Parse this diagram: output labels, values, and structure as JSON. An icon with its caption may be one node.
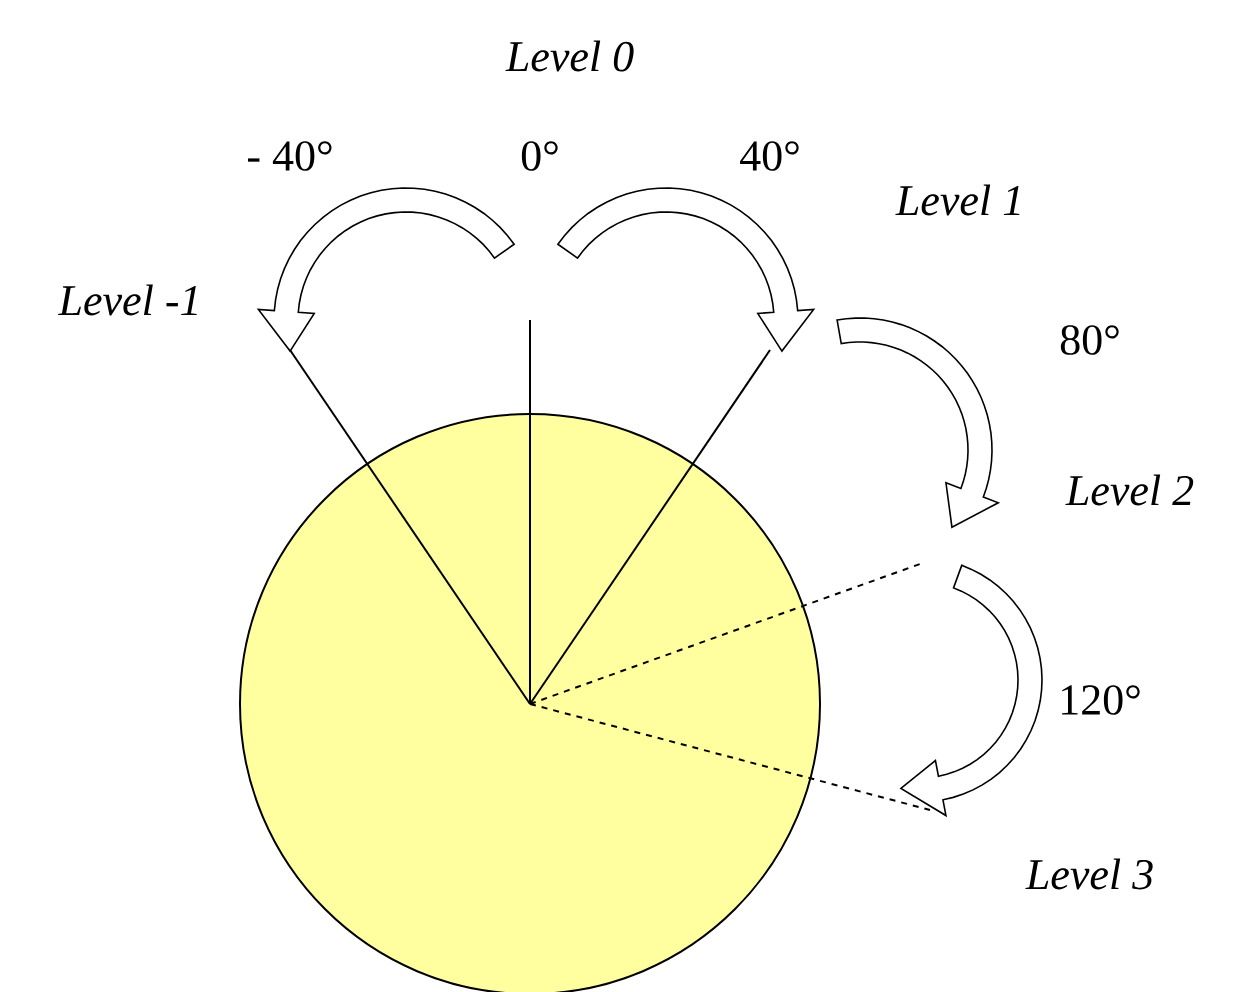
{
  "diagram": {
    "labels": [
      "Level 0",
      "- 40°",
      "0°",
      "40°",
      "Level 1",
      "Level -1",
      "80°",
      "Level 2",
      "120°",
      "Level 3"
    ]
  }
}
